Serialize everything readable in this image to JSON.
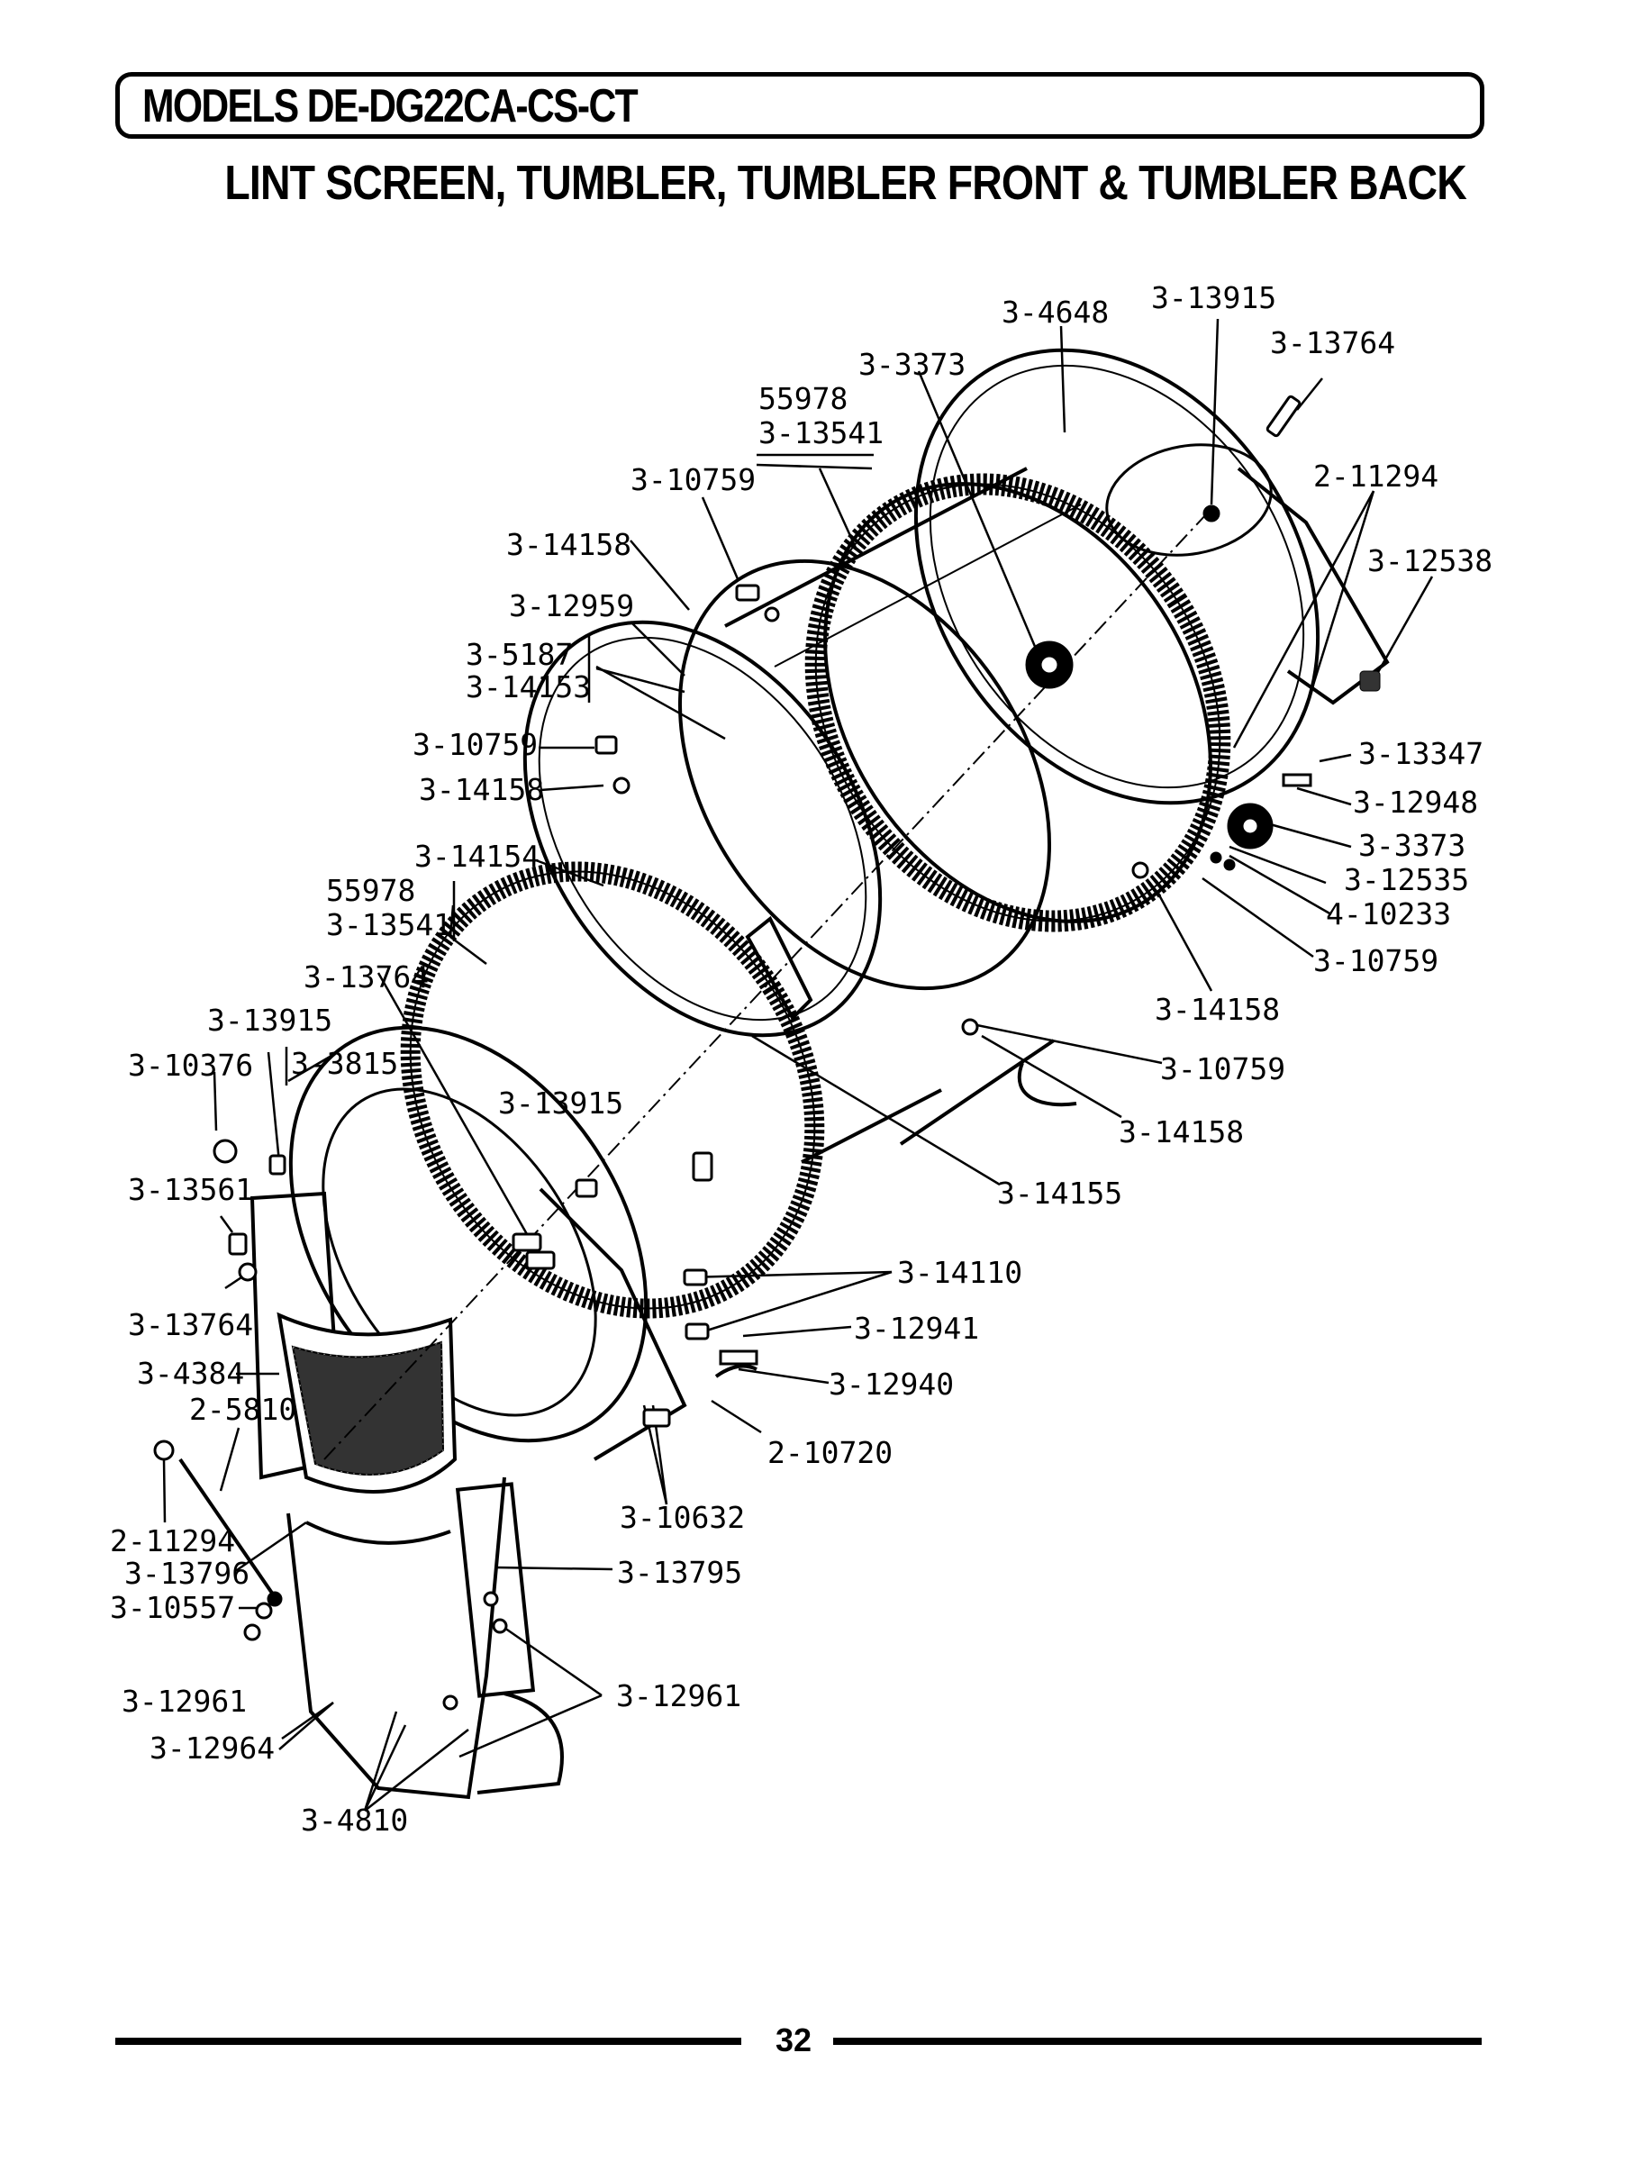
{
  "header": {
    "models_title": "MODELS DE-DG22CA-CS-CT",
    "section_title": "LINT SCREEN, TUMBLER, TUMBLER FRONT & TUMBLER BACK"
  },
  "labels": [
    "3-4648",
    "3-13915",
    "3-13764",
    "3-3373",
    "55978",
    "3-13541",
    "2-11294",
    "3-10759",
    "3-12538",
    "3-14158",
    "3-12959",
    "3-5187",
    "3-14153",
    "3-10759",
    "3-13347",
    "3-14158",
    "3-12948",
    "3-3373",
    "3-14154",
    "3-12535",
    "55978",
    "4-10233",
    "3-13541",
    "3-10759",
    "3-13764",
    "3-14158",
    "3-13915",
    "3-10376",
    "3-3815",
    "3-10759",
    "3-13915",
    "3-14158",
    "3-13561",
    "3-14155",
    "3-14110",
    "3-13764",
    "3-12941",
    "3-4384",
    "2-5810",
    "3-12940",
    "2-10720",
    "2-11294",
    "3-10632",
    "3-13796",
    "3-13795",
    "3-10557",
    "3-12961",
    "3-12961",
    "3-12964",
    "3-4810"
  ],
  "footer": {
    "page_number": "32"
  }
}
